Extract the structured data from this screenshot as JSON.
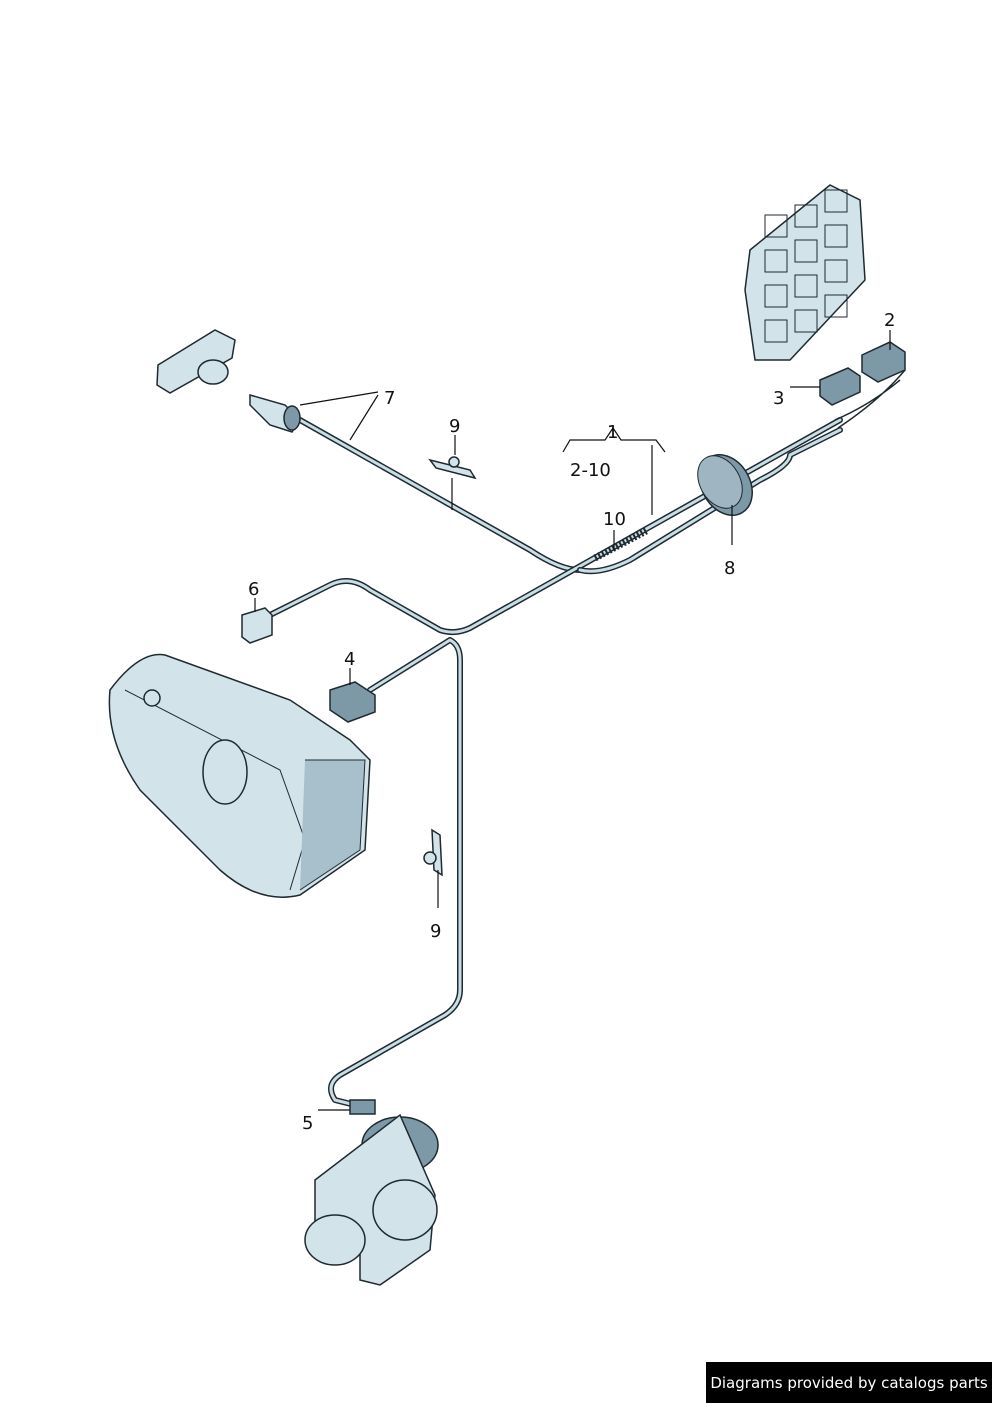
{
  "labels": {
    "l1": "1",
    "l2_10": "2-10",
    "l2": "2",
    "l3": "3",
    "l4": "4",
    "l5": "5",
    "l6": "6",
    "l7": "7",
    "l8": "8",
    "l9a": "9",
    "l9b": "9",
    "l10": "10"
  },
  "footer": "Diagrams provided by catalogs parts"
}
